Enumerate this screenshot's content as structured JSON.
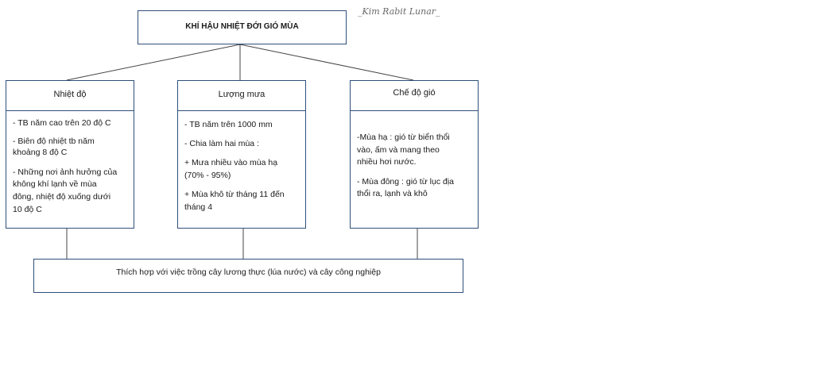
{
  "watermark": "_Kim Rabit Lunar_",
  "root": {
    "title": "KHÍ HẬU NHIỆT ĐỚI GIÓ MÙA"
  },
  "columns": [
    {
      "header": "Nhiệt độ",
      "lines": [
        "- TB năm cao trên 20 độ C",
        "- Biên độ nhiệt tb năm",
        "khoảng 8 độ C",
        "- Những nơi ảnh hưởng của",
        "không khí lạnh về mùa",
        "đông, nhiệt độ xuống dưới",
        "10 độ C"
      ]
    },
    {
      "header": "Lượng mưa",
      "lines": [
        "- TB năm trên 1000 mm",
        "- Chia làm hai mùa :",
        "+ Mưa nhiều vào mùa hạ",
        "(70% - 95%)",
        "+ Mùa khô từ tháng 11 đến",
        "tháng 4"
      ]
    },
    {
      "header": "Chế độ gió",
      "lines": [
        "-Mùa hạ : gió từ biển thổi",
        "vào, ấm và mang theo",
        "nhiều hơi nước.",
        "- Mùa đông : gió từ lục địa",
        "thổi ra, lạnh và khô"
      ]
    }
  ],
  "conclusion": "Thích hợp với việc trồng cây lương thực (lúa nước) và cây công nghiệp"
}
